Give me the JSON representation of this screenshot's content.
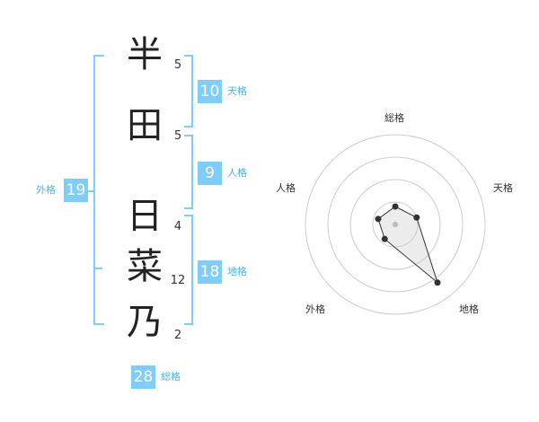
{
  "name_chars": [
    {
      "char": "半",
      "strokes": "5"
    },
    {
      "char": "田",
      "strokes": "5"
    },
    {
      "char": "日",
      "strokes": "4"
    },
    {
      "char": "菜",
      "strokes": "12"
    },
    {
      "char": "乃",
      "strokes": "2"
    }
  ],
  "kaku": {
    "tenkaku": {
      "label": "天格",
      "value": "10"
    },
    "jinkaku": {
      "label": "人格",
      "value": "9"
    },
    "chikaku": {
      "label": "地格",
      "value": "18"
    },
    "gaikaku": {
      "label": "外格",
      "value": "19"
    },
    "soukaku": {
      "label": "総格",
      "value": "28"
    }
  },
  "colors": {
    "accent": "#7fcdfb",
    "accent_text": "#4fb3ee",
    "ring": "#cccccc"
  },
  "chart_data": {
    "type": "radar",
    "axes": [
      "総格",
      "天格",
      "地格",
      "外格",
      "人格"
    ],
    "values": [
      0.2,
      0.25,
      0.8,
      0.2,
      0.2
    ],
    "rings": 4
  }
}
